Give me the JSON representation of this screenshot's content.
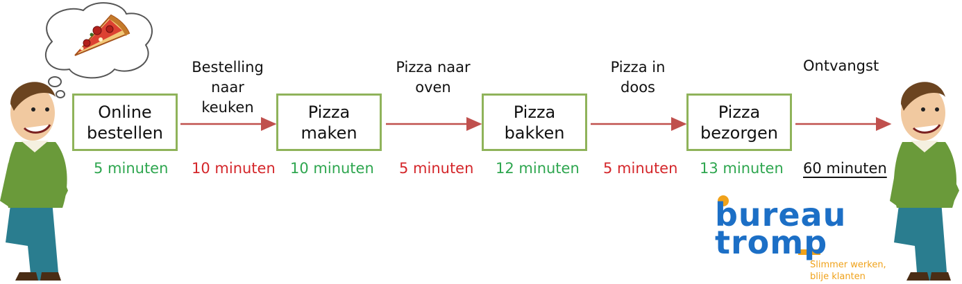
{
  "steps": [
    {
      "label": "Online\nbestellen",
      "duration": "5 minuten"
    },
    {
      "label": "Pizza\nmaken",
      "duration": "10 minuten"
    },
    {
      "label": "Pizza\nbakken",
      "duration": "12 minuten"
    },
    {
      "label": "Pizza\nbezorgen",
      "duration": "13 minuten"
    }
  ],
  "transitions": [
    {
      "label": "Bestelling\nnaar\nkeuken",
      "duration": "10 minuten"
    },
    {
      "label": "Pizza naar\noven",
      "duration": "5 minuten"
    },
    {
      "label": "Pizza in\ndoos",
      "duration": "5 minuten"
    }
  ],
  "final": {
    "label": "Ontvangst",
    "total": "60 minuten"
  },
  "logo": {
    "line1": "bureau",
    "line2": "tromp",
    "slogan": "Slimmer werken,\nblije klanten"
  },
  "colors": {
    "box_border": "#8fb35a",
    "arrow": "#c0504d",
    "step_duration": "#2ea64f",
    "transition_duration": "#d4262a",
    "logo_blue": "#1c6fc6",
    "logo_orange": "#f0a21a"
  }
}
